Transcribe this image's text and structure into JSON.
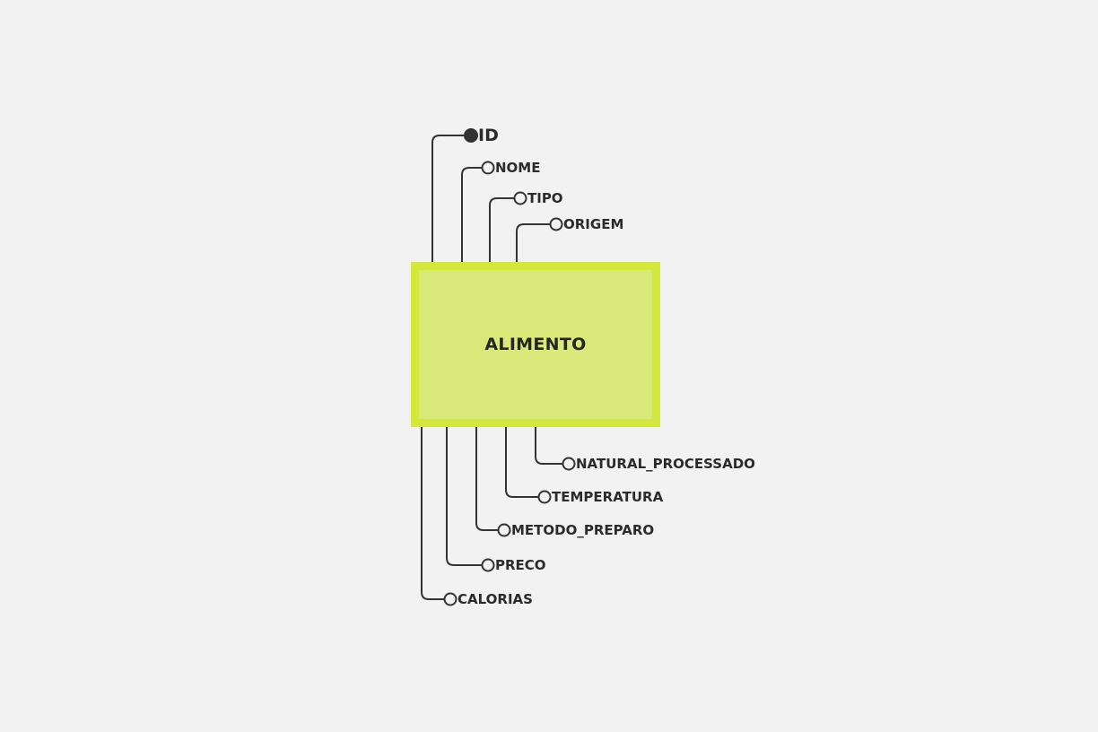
{
  "entity": {
    "name": "ALIMENTO",
    "fill_color": "#d8e97a",
    "border_color": "#d2e83b"
  },
  "attributes": [
    {
      "name": "ID",
      "primary_key": true
    },
    {
      "name": "NOME",
      "primary_key": false
    },
    {
      "name": "TIPO",
      "primary_key": false
    },
    {
      "name": "ORIGEM",
      "primary_key": false
    },
    {
      "name": "NATURAL_PROCESSADO",
      "primary_key": false
    },
    {
      "name": "TEMPERATURA",
      "primary_key": false
    },
    {
      "name": "METODO_PREPARO",
      "primary_key": false
    },
    {
      "name": "PRECO",
      "primary_key": false
    },
    {
      "name": "CALORIAS",
      "primary_key": false
    }
  ],
  "colors": {
    "background": "#f2f2f2",
    "connector": "#333333",
    "text": "#2b2b2b"
  }
}
